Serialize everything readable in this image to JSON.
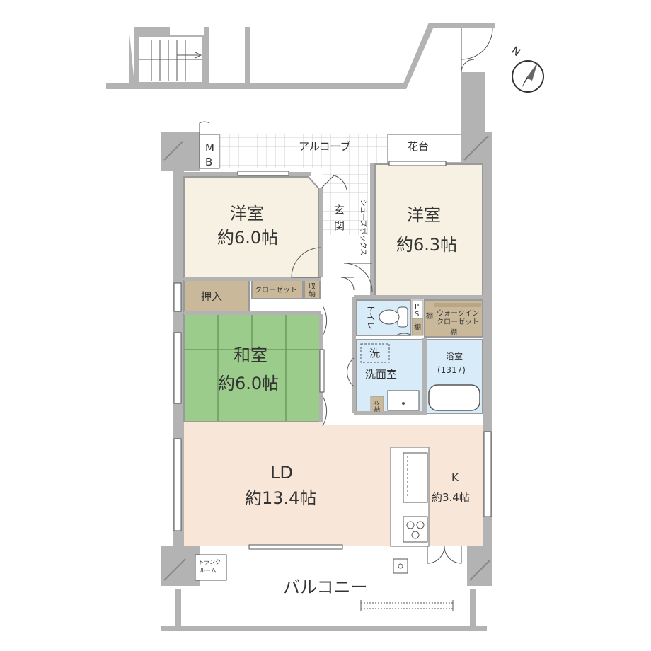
{
  "rooms": {
    "western_room_1": {
      "name": "洋室",
      "area": "約6.0帖"
    },
    "western_room_2": {
      "name": "洋室",
      "area": "約6.3帖"
    },
    "japanese_room": {
      "name": "和室",
      "area": "約6.0帖"
    },
    "living_dining": {
      "name": "LD",
      "area": "約13.4帖"
    },
    "kitchen": {
      "name": "K",
      "area": "約3.4帖"
    },
    "bathroom": {
      "name": "浴室",
      "size": "(1317)"
    },
    "washroom": {
      "name": "洗面室",
      "washer": "洗"
    }
  },
  "labels": {
    "alcove": "アルコーブ",
    "flower_stand": "花台",
    "meter_box_1": "M",
    "meter_box_2": "B",
    "entrance_1": "玄",
    "entrance_2": "関",
    "shoe_box": "シューズボックス",
    "oshiire": "押入",
    "closet": "クローゼット",
    "storage_1": "収",
    "storage_2": "納",
    "toilet": "トイレ",
    "ps_1": "P",
    "ps_2": "S",
    "shelf": "棚",
    "walk_in_1": "ウォークイン",
    "walk_in_2": "クローゼット",
    "balcony": "バルコニー",
    "trunk_1": "トランク",
    "trunk_2": "ルーム",
    "compass": "N"
  },
  "colors": {
    "wall": "#b3b3b3",
    "western_room": "#f6f1e3",
    "japanese_room": "#9ccc8c",
    "living": "#f8e6d8",
    "wet_area": "#d7ebf8",
    "storage": "#c9b99a",
    "floor_grid": "#e6e6e6"
  }
}
